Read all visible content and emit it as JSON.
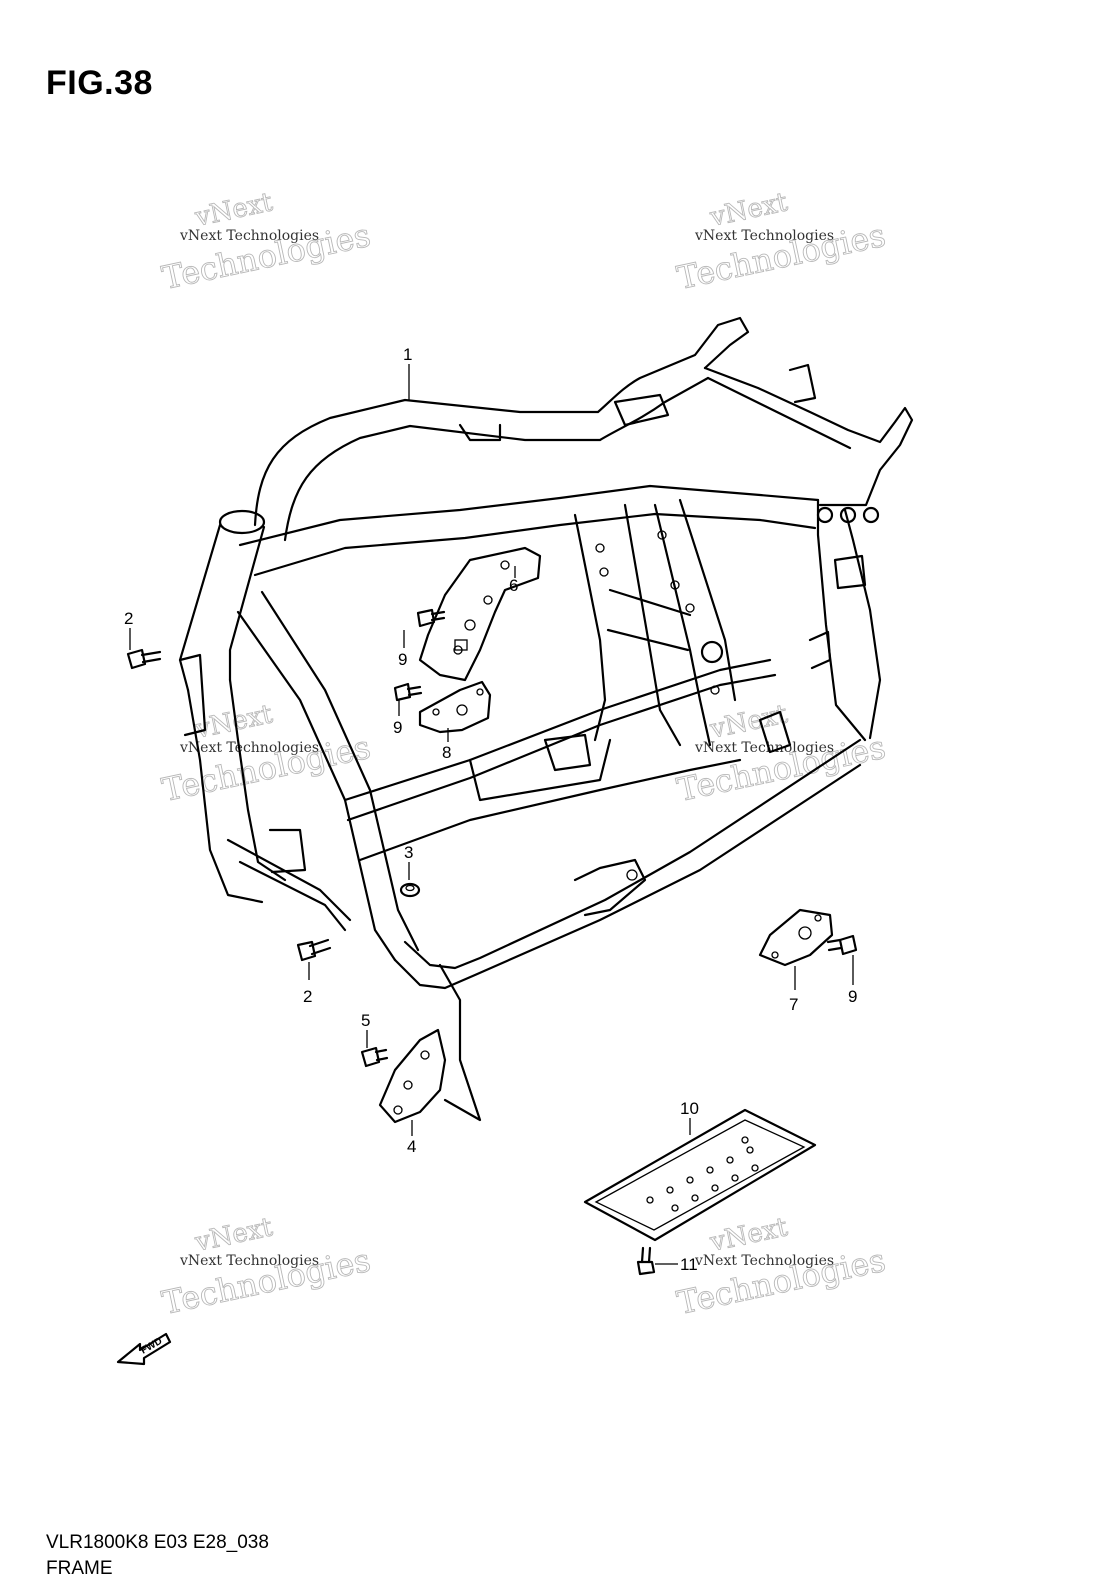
{
  "figure": {
    "title": "FIG.38"
  },
  "footer": {
    "model_code": "VLR1800K8 E03 E28_038",
    "section_name": "FRAME"
  },
  "direction_arrow": {
    "label": "FWD"
  },
  "watermark": {
    "line1": "vNext Technologies",
    "line2": "vNext",
    "line3": "Technologies"
  },
  "callouts": [
    {
      "number": "1"
    },
    {
      "number": "2"
    },
    {
      "number": "2"
    },
    {
      "number": "3"
    },
    {
      "number": "4"
    },
    {
      "number": "5"
    },
    {
      "number": "6"
    },
    {
      "number": "7"
    },
    {
      "number": "8"
    },
    {
      "number": "9"
    },
    {
      "number": "9"
    },
    {
      "number": "9"
    },
    {
      "number": "10"
    },
    {
      "number": "11"
    }
  ]
}
